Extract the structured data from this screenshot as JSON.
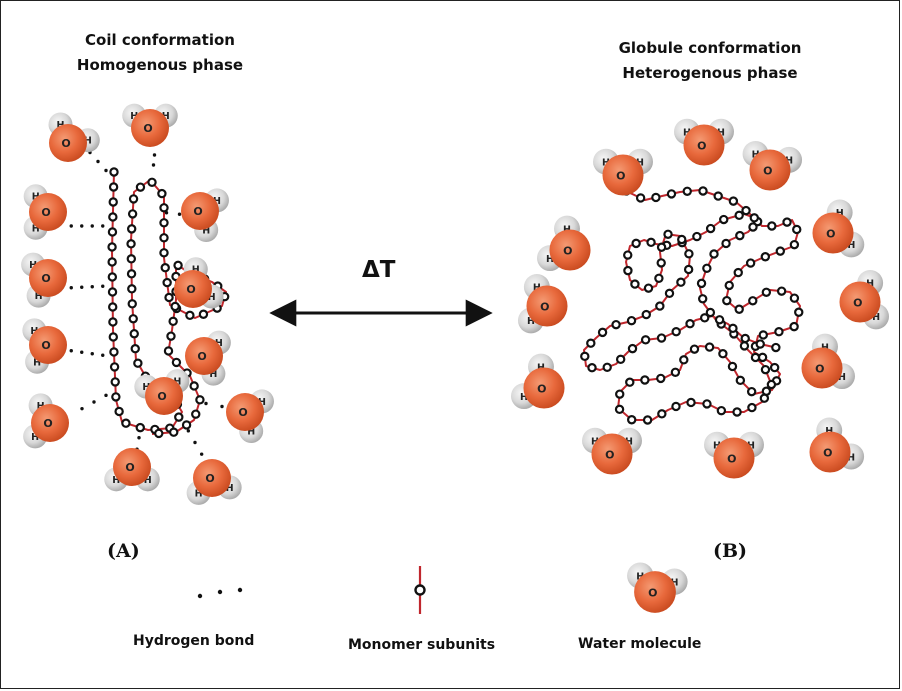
{
  "panel_a": {
    "title_line1": "Coil conformation",
    "title_line2": "Homogenous phase",
    "label": "(A)"
  },
  "panel_b": {
    "title_line1": "Globule conformation",
    "title_line2": "Heterogenous phase",
    "label": "(B)"
  },
  "transition": {
    "label": "ΔT",
    "arrow": "double-headed-arrow"
  },
  "legend": {
    "hydrogen_bond": "Hydrogen bond",
    "monomer_subunits": "Monomer subunits",
    "water_molecule": "Water molecule"
  },
  "atoms": {
    "hydrogen": "H",
    "oxygen": "O"
  },
  "colors": {
    "oxygen": "#e8693c",
    "oxygen_shade": "#c94a1f",
    "hydrogen": "#dcdcdc",
    "hydrogen_shade": "#a8a8a8",
    "bond_chain": "#c0272d",
    "monomer": "#111111",
    "monomer_fill": "#ffffff",
    "text": "#111111"
  }
}
